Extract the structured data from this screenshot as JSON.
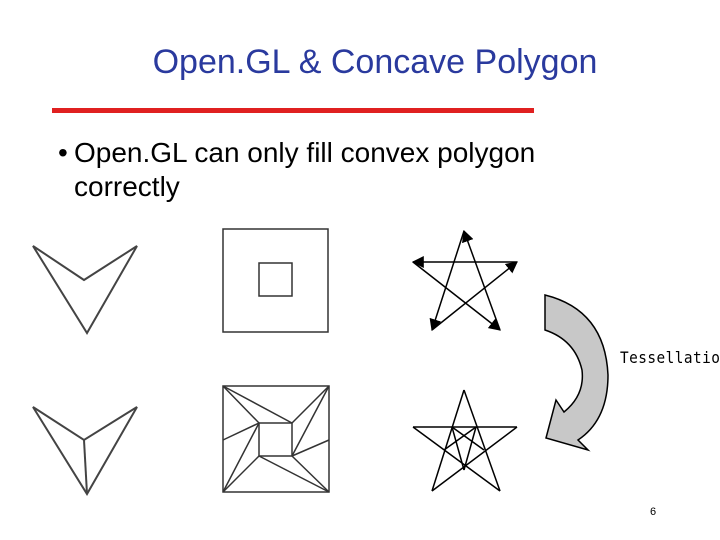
{
  "slide": {
    "title": "Open.GL & Concave Polygon",
    "bullet": {
      "marker": "•",
      "text": "Open.GL can only fill convex polygon correctly"
    },
    "tessellation_label": "Tessellation",
    "page_number": "6"
  },
  "colors": {
    "title": "#2a3a9e",
    "rule": "#e02020",
    "arrow_fill": "#c8c8c8"
  }
}
